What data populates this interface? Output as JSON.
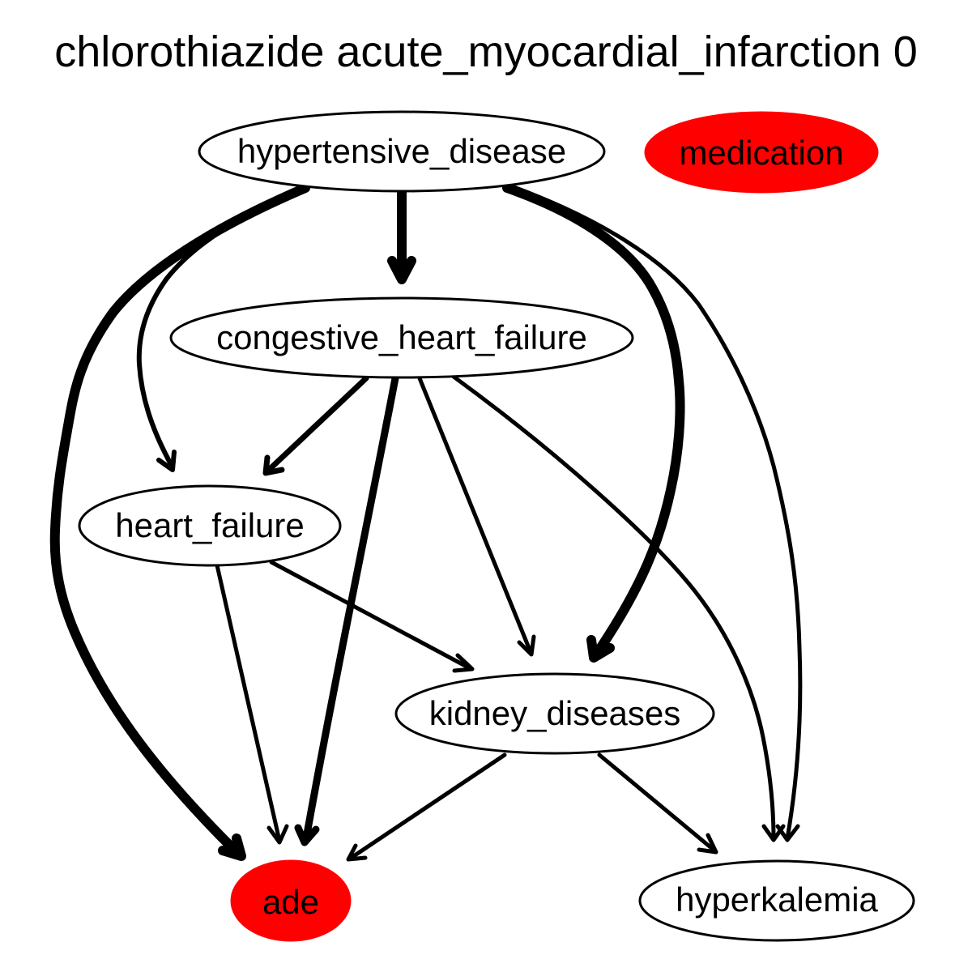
{
  "title": "chlorothiazide acute_myocardial_infarction 0",
  "colors": {
    "highlight": "#ff0000",
    "plain": "#ffffff",
    "stroke": "#000000"
  },
  "nodes": {
    "hypertensive_disease": {
      "label": "hypertensive_disease",
      "highlighted": false
    },
    "medication": {
      "label": "medication",
      "highlighted": true
    },
    "congestive_heart_failure": {
      "label": "congestive_heart_failure",
      "highlighted": false
    },
    "heart_failure": {
      "label": "heart_failure",
      "highlighted": false
    },
    "kidney_diseases": {
      "label": "kidney_diseases",
      "highlighted": false
    },
    "ade": {
      "label": "ade",
      "highlighted": true
    },
    "hyperkalemia": {
      "label": "hyperkalemia",
      "highlighted": false
    }
  },
  "edges": [
    {
      "from": "hypertensive_disease",
      "to": "congestive_heart_failure",
      "weight": "heavy"
    },
    {
      "from": "hypertensive_disease",
      "to": "ade",
      "weight": "heavy"
    },
    {
      "from": "hypertensive_disease",
      "to": "heart_failure",
      "weight": "medium"
    },
    {
      "from": "hypertensive_disease",
      "to": "kidney_diseases",
      "weight": "heavy"
    },
    {
      "from": "hypertensive_disease",
      "to": "hyperkalemia",
      "weight": "light"
    },
    {
      "from": "congestive_heart_failure",
      "to": "heart_failure",
      "weight": "medium"
    },
    {
      "from": "congestive_heart_failure",
      "to": "ade",
      "weight": "medium"
    },
    {
      "from": "congestive_heart_failure",
      "to": "kidney_diseases",
      "weight": "light"
    },
    {
      "from": "congestive_heart_failure",
      "to": "hyperkalemia",
      "weight": "light"
    },
    {
      "from": "heart_failure",
      "to": "kidney_diseases",
      "weight": "light"
    },
    {
      "from": "heart_failure",
      "to": "ade",
      "weight": "light"
    },
    {
      "from": "kidney_diseases",
      "to": "ade",
      "weight": "light"
    },
    {
      "from": "kidney_diseases",
      "to": "hyperkalemia",
      "weight": "light"
    }
  ]
}
